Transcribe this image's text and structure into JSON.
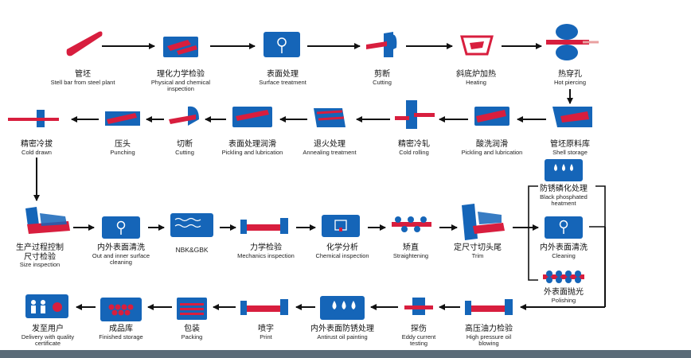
{
  "colors": {
    "blue": "#1565b8",
    "red": "#d81e3e",
    "arrow": "#111111"
  },
  "steps": [
    {
      "id": "s1",
      "zh": "管坯",
      "en": "Stell bar from steel plant",
      "icon": "steel-bar-icon"
    },
    {
      "id": "s2",
      "zh": "理化力学检验",
      "en": "Physical and chemical inspection",
      "icon": "physical-inspection-icon"
    },
    {
      "id": "s3",
      "zh": "表面处理",
      "en": "Surface treatment",
      "icon": "surface-treatment-icon"
    },
    {
      "id": "s4",
      "zh": "剪断",
      "en": "Cutting",
      "icon": "shear-icon"
    },
    {
      "id": "s5",
      "zh": "斜底炉加热",
      "en": "Heating",
      "icon": "furnace-icon"
    },
    {
      "id": "s6",
      "zh": "热穿孔",
      "en": "Hot piercing",
      "icon": "piercing-icon"
    },
    {
      "id": "s7",
      "zh": "管坯原料库",
      "en": "Shell storage",
      "icon": "shell-storage-icon"
    },
    {
      "id": "s8",
      "zh": "酸洗润滑",
      "en": "Pickling and lubrication",
      "icon": "pickling-icon"
    },
    {
      "id": "s9",
      "zh": "精密冷轧",
      "en": "Cold rolling",
      "icon": "cold-rolling-icon"
    },
    {
      "id": "s10",
      "zh": "退火处理",
      "en": "Annealing treatment",
      "icon": "annealing-icon"
    },
    {
      "id": "s11",
      "zh": "表面处理润滑",
      "en": "Pickling and lubrication",
      "icon": "pickling-lubrication-icon"
    },
    {
      "id": "s12",
      "zh": "切断",
      "en": "Cutting",
      "icon": "cutting-icon"
    },
    {
      "id": "s13",
      "zh": "压头",
      "en": "Punching",
      "icon": "punching-icon"
    },
    {
      "id": "s14",
      "zh": "精密冷拔",
      "en": "Cold drawn",
      "icon": "cold-drawn-icon"
    },
    {
      "id": "s15",
      "zh": "防锈磷化处理",
      "en": "Black phosphated heatment",
      "icon": "phosphating-icon"
    },
    {
      "id": "s16",
      "zh": "内外表面清洗",
      "en": "Cleaning",
      "icon": "cleaning-icon"
    },
    {
      "id": "s17",
      "zh": "外表面抛光",
      "en": "Polishing",
      "icon": "polishing-icon"
    },
    {
      "id": "s18",
      "zh": "定尺寸切头尾",
      "en": "Trim",
      "icon": "trim-icon"
    },
    {
      "id": "s19",
      "zh": "矫直",
      "en": "Straightening",
      "icon": "straightening-icon"
    },
    {
      "id": "s20",
      "zh": "化学分析",
      "en": "Chemical inspection",
      "icon": "chemical-analysis-icon"
    },
    {
      "id": "s21",
      "zh": "力学检验",
      "en": "Mechanics inspection",
      "icon": "mechanics-inspection-icon"
    },
    {
      "id": "s22",
      "zh": "",
      "en": "NBK&GBK",
      "icon": "nbk-gbk-icon"
    },
    {
      "id": "s23",
      "zh": "内外表面清洗",
      "en": "Out and inner surface cleaning",
      "icon": "surface-cleaning-icon"
    },
    {
      "id": "s24",
      "zh": "生产过程控制 尺寸检验",
      "en": "Size inspection",
      "icon": "size-inspection-icon"
    },
    {
      "id": "s25",
      "zh": "高压油力检验",
      "en": "High pressure oil blowing",
      "icon": "oil-pressure-icon"
    },
    {
      "id": "s26",
      "zh": "探伤",
      "en": "Eddy current testing",
      "icon": "eddy-current-icon"
    },
    {
      "id": "s27",
      "zh": "内外表面防锈处理",
      "en": "Antirust oil painting",
      "icon": "antirust-icon"
    },
    {
      "id": "s28",
      "zh": "喷字",
      "en": "Print",
      "icon": "print-icon"
    },
    {
      "id": "s29",
      "zh": "包装",
      "en": "Packing",
      "icon": "packing-icon"
    },
    {
      "id": "s30",
      "zh": "成品库",
      "en": "Finished storage",
      "icon": "finished-storage-icon"
    },
    {
      "id": "s31",
      "zh": "发至用户",
      "en": "Delivery with quality certificate",
      "icon": "delivery-icon"
    }
  ]
}
